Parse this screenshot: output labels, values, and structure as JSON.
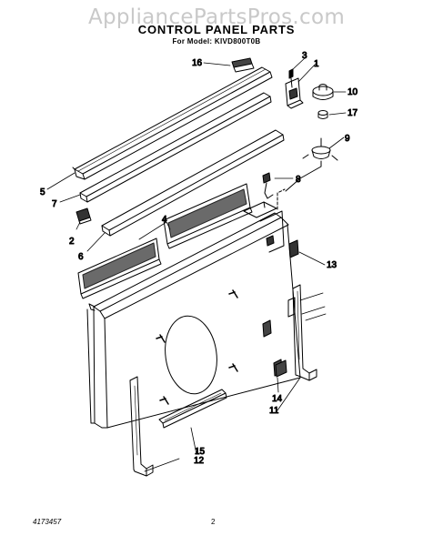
{
  "header": {
    "watermark": "AppliancePartsPros.com",
    "title": "CONTROL PANEL PARTS",
    "subtitle": "For Model: KIVD800T0B"
  },
  "callouts": {
    "c1": "1",
    "c2": "2",
    "c3": "3",
    "c4": "4",
    "c5": "5",
    "c6": "6",
    "c7": "7",
    "c8": "8",
    "c9": "9",
    "c10": "10",
    "c11": "11",
    "c12": "12",
    "c13": "13",
    "c14": "14",
    "c15": "15",
    "c16": "16",
    "c17": "17"
  },
  "footer": {
    "doc_number": "4173457",
    "page": "2"
  }
}
